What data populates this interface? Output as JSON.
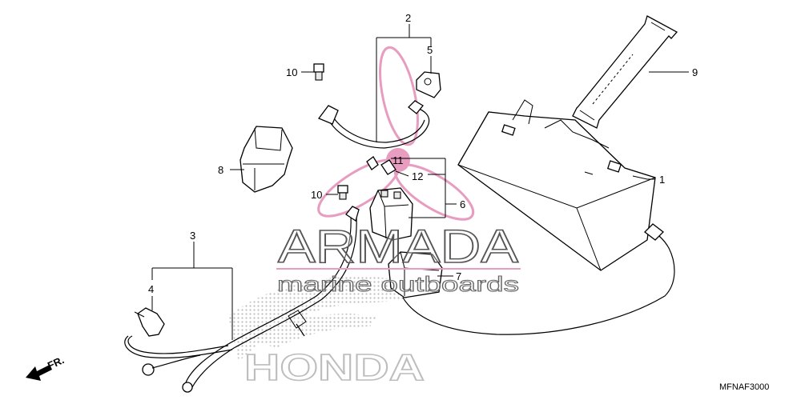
{
  "diagram": {
    "code": "MFNAF3000",
    "direction_label": "FR.",
    "callouts": [
      "1",
      "2",
      "3",
      "4",
      "5",
      "6",
      "7",
      "8",
      "9",
      "10",
      "10",
      "11",
      "12"
    ]
  },
  "watermark": {
    "brand": "ARMADA",
    "tagline": "marine outboards",
    "maker": "HONDA"
  },
  "colors": {
    "accent": "#e79cc0",
    "ink": "#000000"
  },
  "icons": {
    "arrow": "direction-arrow-icon",
    "logo": "propeller-logo-icon"
  }
}
